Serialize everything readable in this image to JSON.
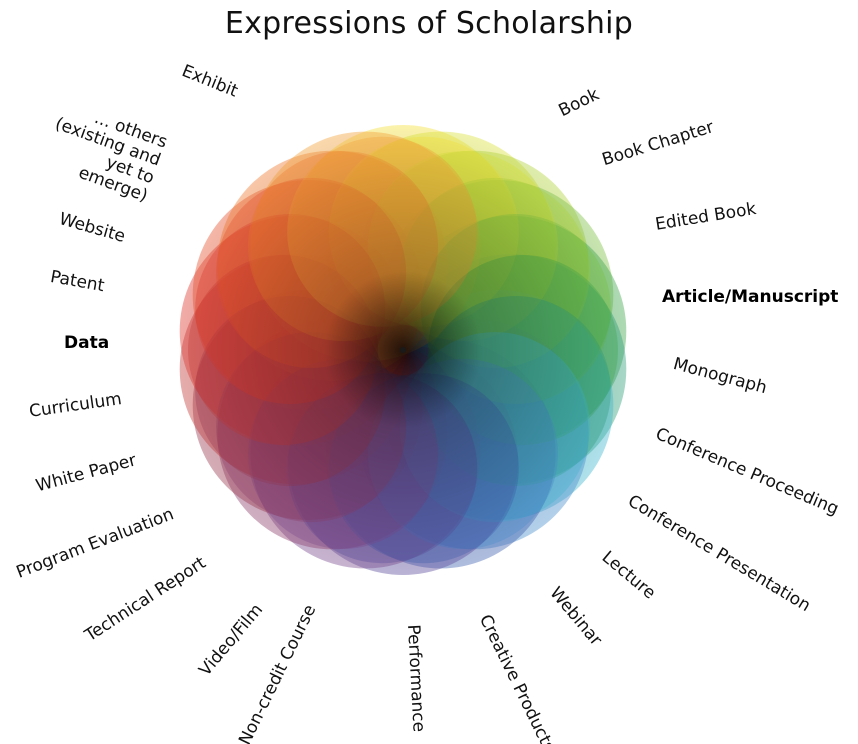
{
  "title": "Expressions of Scholarship",
  "labels": [
    {
      "text": "Exhibit"
    },
    {
      "text": "... others (existing and yet to emerge)"
    },
    {
      "text": "Website"
    },
    {
      "text": "Patent"
    },
    {
      "text": "Data"
    },
    {
      "text": "Curriculum"
    },
    {
      "text": "White Paper"
    },
    {
      "text": "Program Evaluation"
    },
    {
      "text": "Technical Report"
    },
    {
      "text": "Video/Film"
    },
    {
      "text": "Non-credit Course"
    },
    {
      "text": "Performance"
    },
    {
      "text": "Creative Products"
    },
    {
      "text": "Webinar"
    },
    {
      "text": "Lecture"
    },
    {
      "text": "Conference Presentation"
    },
    {
      "text": "Conference Proceeding"
    },
    {
      "text": "Monograph"
    },
    {
      "text": "Article/Manuscript"
    },
    {
      "text": "Edited Book"
    },
    {
      "text": "Book Chapter"
    },
    {
      "text": "Book"
    }
  ],
  "wheel": {
    "petal_colors": [
      "#f6e23a",
      "#d9e23a",
      "#b3d43a",
      "#7cc242",
      "#3ea84a",
      "#2e9f7a",
      "#3fb7d0",
      "#4a8fd0",
      "#3f5fb0",
      "#5a4a9a",
      "#7a4a8e",
      "#8e3f6e",
      "#9a3a52",
      "#c43a3a",
      "#e0382e",
      "#e8502e",
      "#f07a2e",
      "#f5a23a"
    ],
    "center_color": "#1a1a1a"
  }
}
